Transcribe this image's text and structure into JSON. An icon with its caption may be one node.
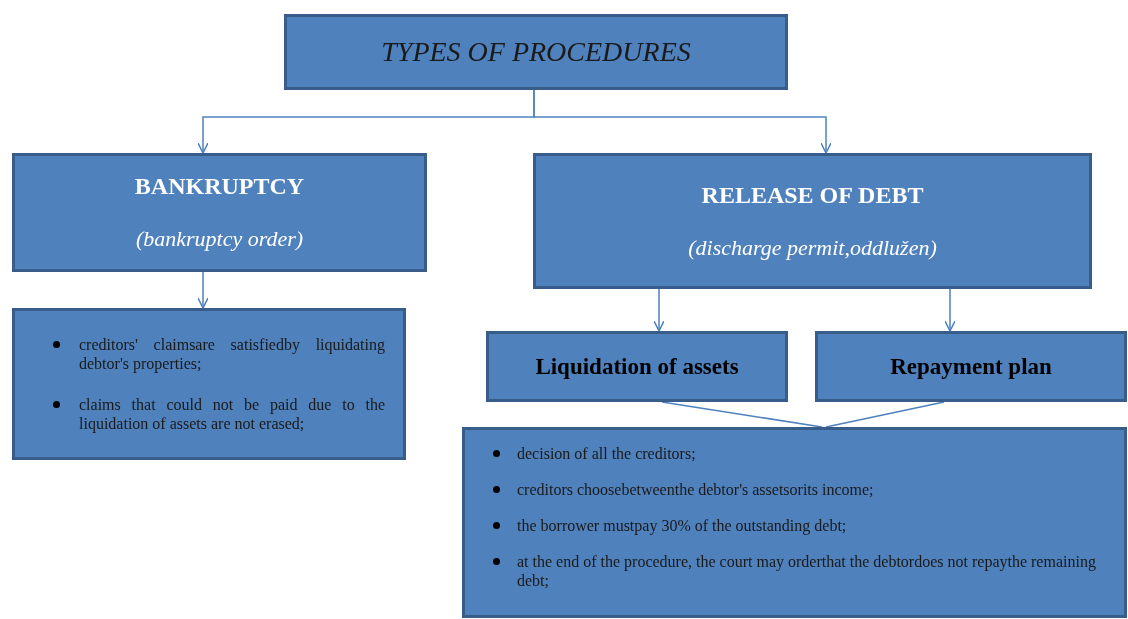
{
  "diagram": {
    "nodes": [
      {
        "text": [
          "TYPES OF PROCEDURES"
        ]
      },
      {
        "text": [
          "BANKRUPTCY",
          "(bankruptcy order)"
        ]
      },
      {
        "text": [
          "RELEASE OF DEBT",
          "(discharge permit,oddlužen)"
        ]
      },
      {
        "text": [
          "creditors' claimsare satisfiedby liquidating debtor's properties;",
          "claims that could not be paid due to the liquidation of assets are not erased;"
        ]
      },
      {
        "text": [
          "Liquidation of assets"
        ]
      },
      {
        "text": [
          "Repayment plan"
        ]
      },
      {
        "text": [
          "decision of all the creditors;",
          "creditors choosebetweenthe debtor's assetsorits income;",
          "the borrower mustpay 30% of the outstanding debt;",
          "at the end of the  procedure, the court may orderthat the debtordoes not repaythe remaining debt;"
        ]
      }
    ],
    "edges": [
      {
        "from": 0,
        "to": 1,
        "arrow": "to"
      },
      {
        "from": 0,
        "to": 2,
        "arrow": "to"
      },
      {
        "from": 1,
        "to": 3,
        "arrow": "to"
      },
      {
        "from": 2,
        "to": 4,
        "arrow": "to"
      },
      {
        "from": 2,
        "to": 5,
        "arrow": "to"
      },
      {
        "from": 4,
        "to": 6,
        "arrow": "none"
      },
      {
        "from": 5,
        "to": 6,
        "arrow": "none"
      }
    ]
  }
}
